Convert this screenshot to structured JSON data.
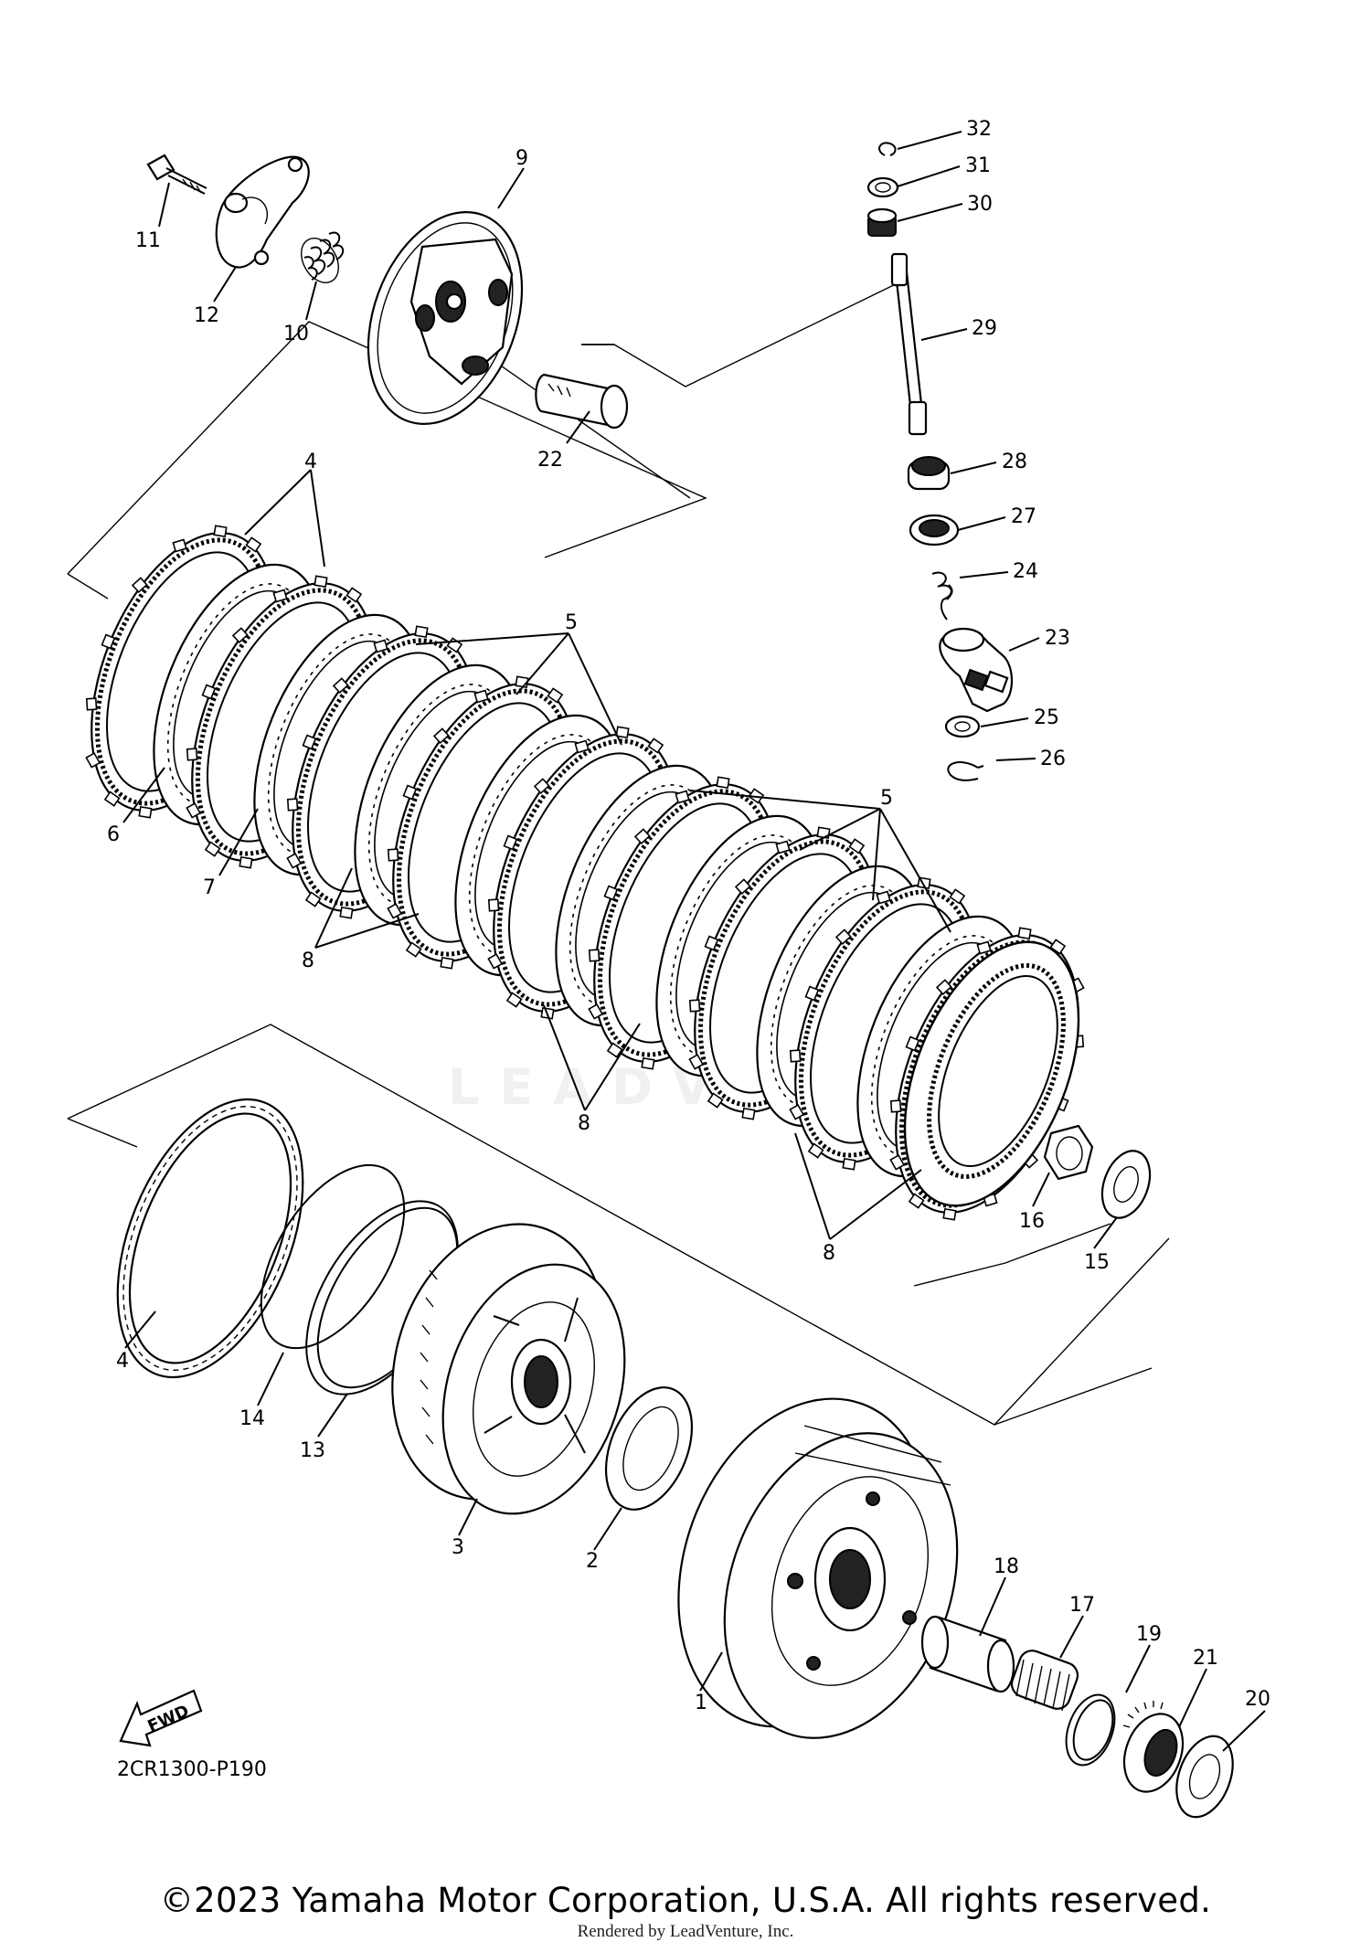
{
  "diagram_code": "2CR1300-P190",
  "copyright": "©2023 Yamaha Motor Corporation, U.S.A. All rights reserved.",
  "rendered_by": "Rendered by LeadVenture, Inc.",
  "watermark": "LEADVENTURE",
  "fwd_label": "FWD",
  "callouts": {
    "p1": "1",
    "p2": "2",
    "p3": "3",
    "p4a": "4",
    "p4b": "4",
    "p5a": "5",
    "p5b": "5",
    "p6": "6",
    "p7": "7",
    "p8a": "8",
    "p8b": "8",
    "p8c": "8",
    "p9": "9",
    "p10": "10",
    "p11": "11",
    "p12": "12",
    "p13": "13",
    "p14": "14",
    "p15": "15",
    "p16": "16",
    "p17": "17",
    "p18": "18",
    "p19": "19",
    "p20": "20",
    "p21": "21",
    "p22": "22",
    "p23": "23",
    "p24": "24",
    "p25": "25",
    "p26": "26",
    "p27": "27",
    "p28": "28",
    "p29": "29",
    "p30": "30",
    "p31": "31",
    "p32": "32"
  },
  "colors": {
    "ink": "#000000",
    "paper": "#ffffff"
  }
}
